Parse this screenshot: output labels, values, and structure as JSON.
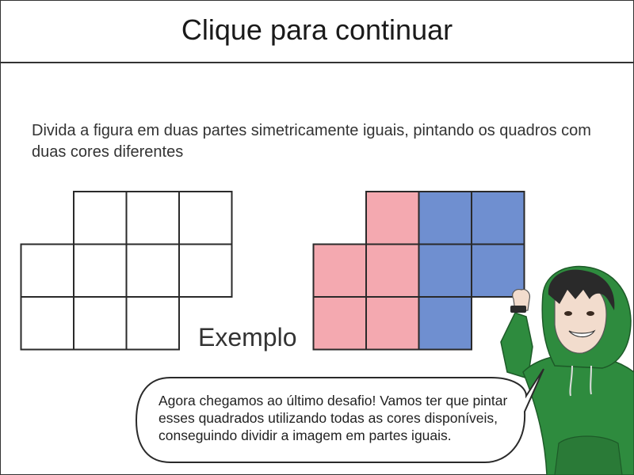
{
  "header": {
    "title": "Clique para continuar"
  },
  "instruction": "Divida a figura em duas partes simetricamente iguais, pintando os quadros com duas cores diferentes",
  "example_label": "Exemplo",
  "speech_bubble": {
    "text": "Agora chegamos ao último desafio! Vamos ter que pintar esses quadrados utilizando todas as cores disponíveis, conseguindo dividir a imagem em partes iguais."
  },
  "colors": {
    "pink": "#f4a9b0",
    "blue": "#6f8fd0",
    "grid_line": "#2a2a2a",
    "hoodie": "#2e8b3e"
  }
}
